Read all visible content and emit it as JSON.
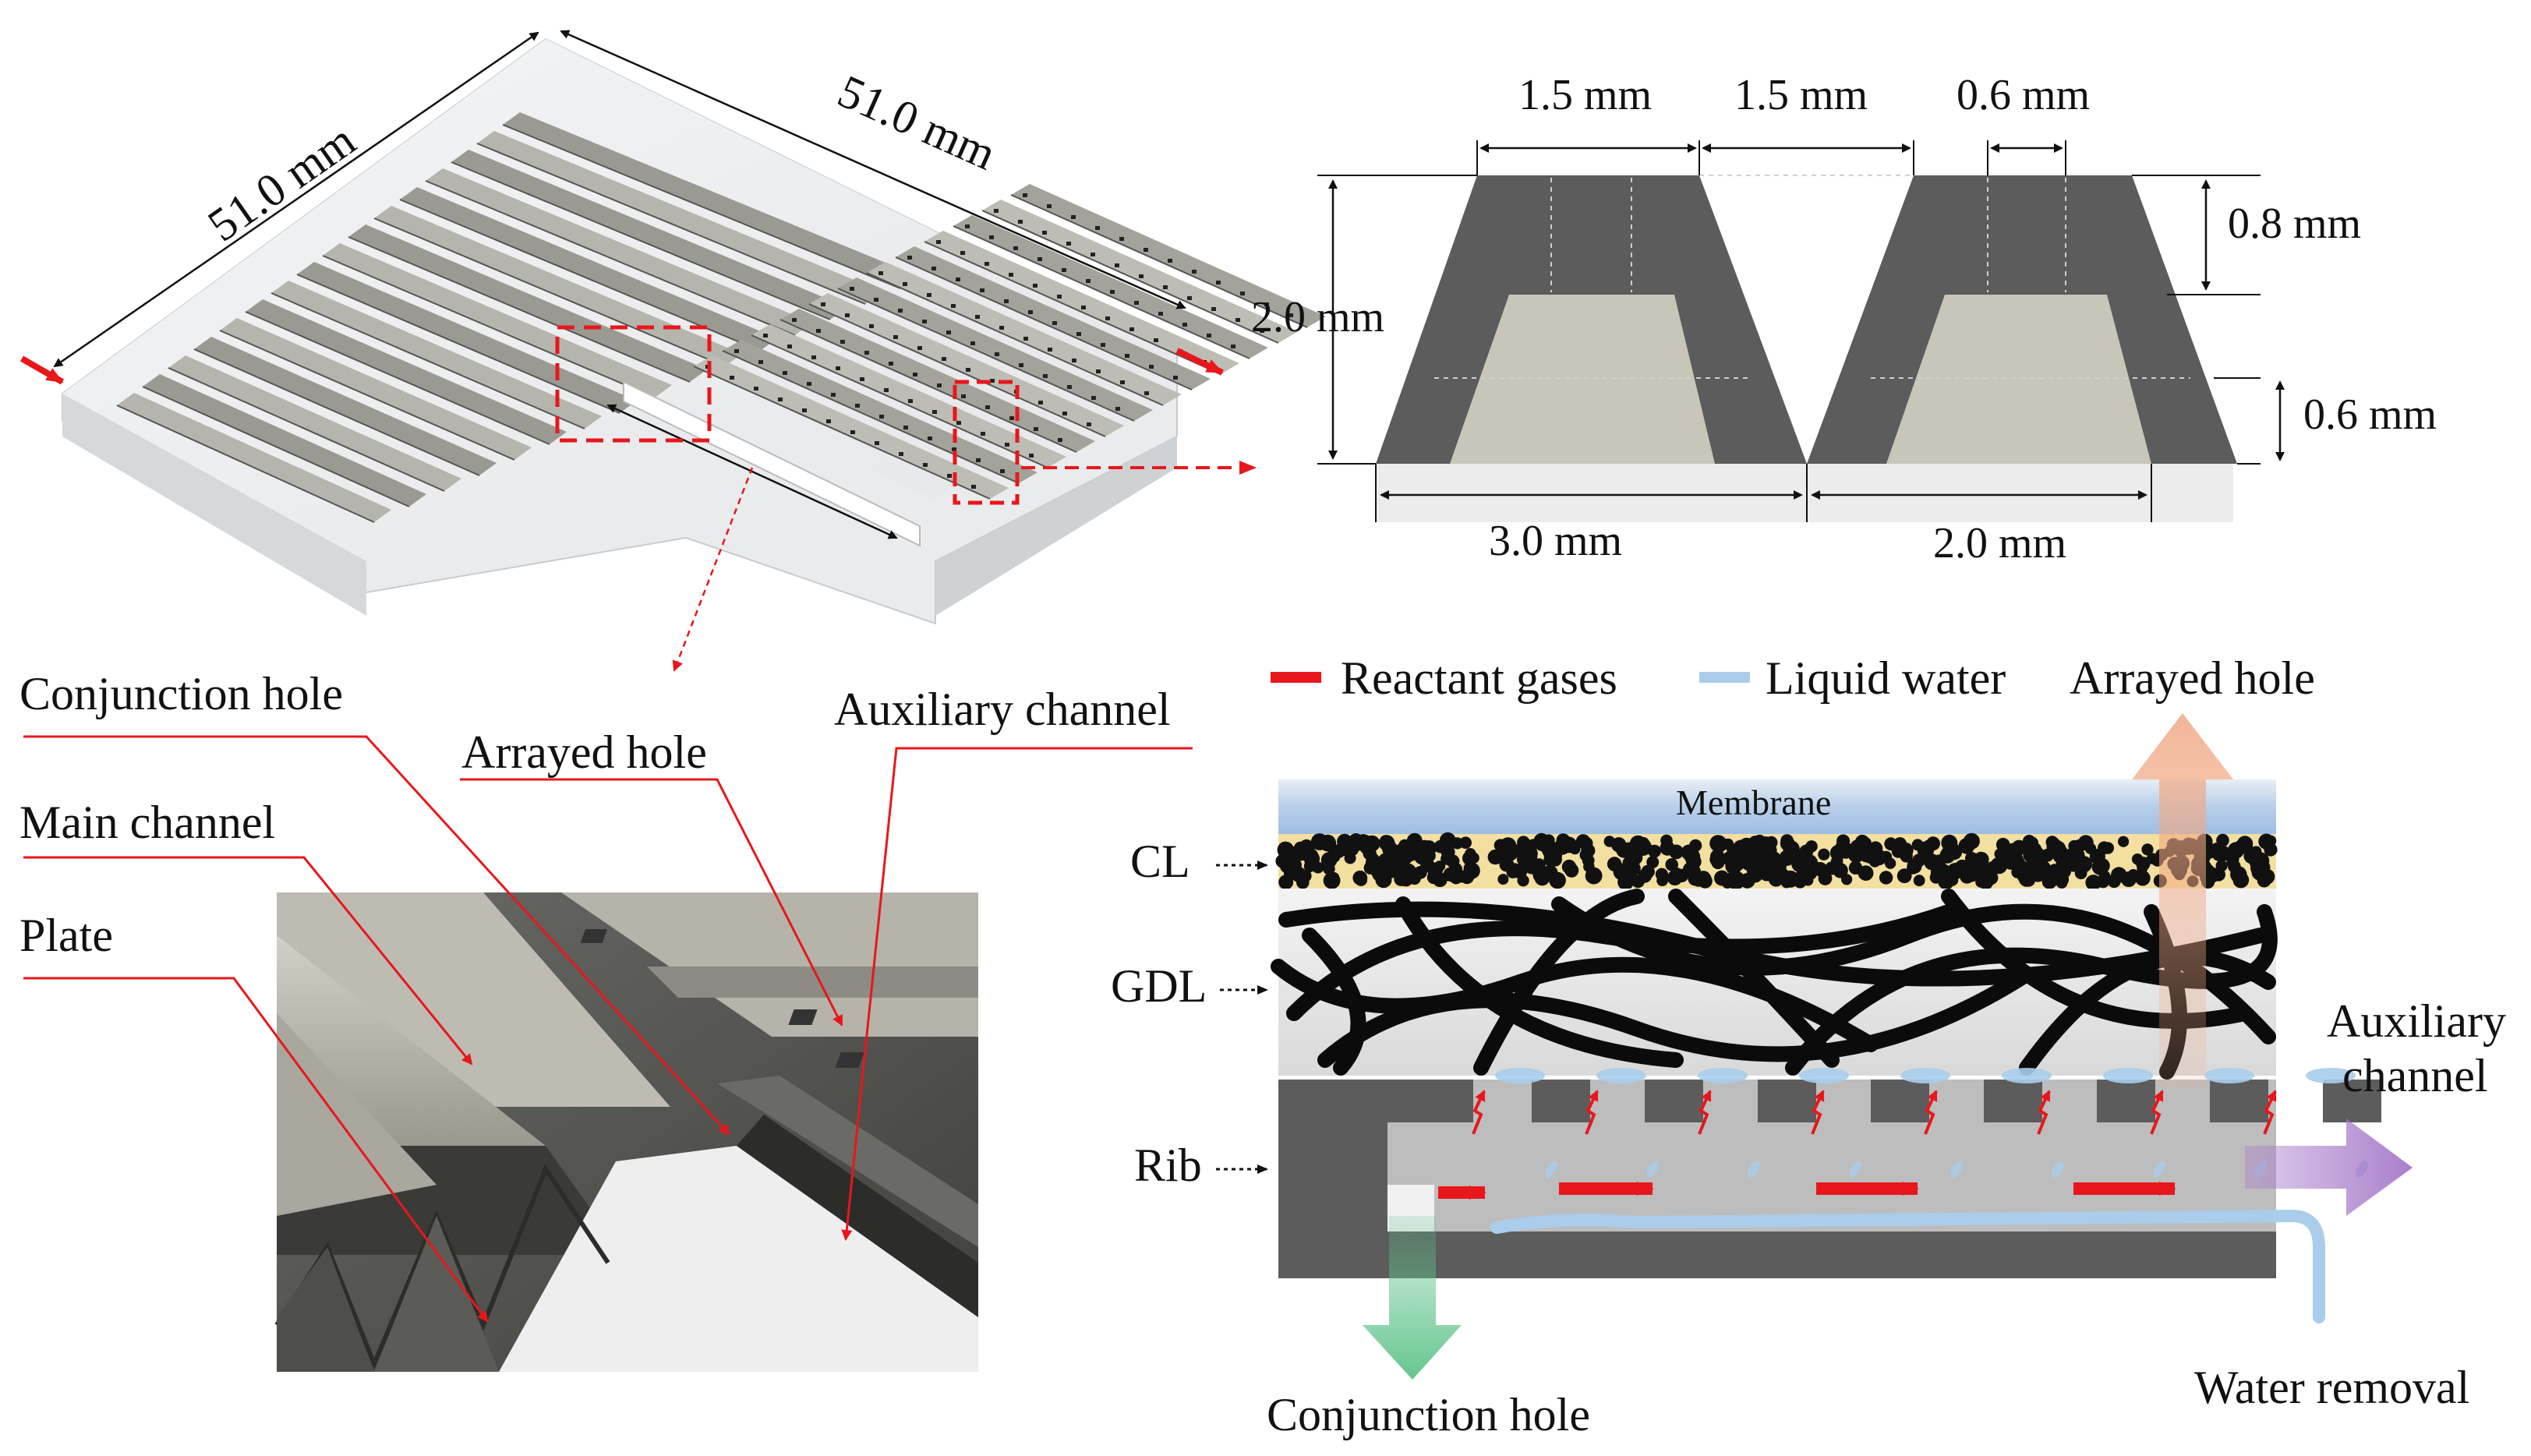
{
  "plate_view": {
    "dim_width": "51.0 mm",
    "dim_length": "51.0 mm"
  },
  "cross_section": {
    "top_width": "1.5 mm",
    "gap_width": "1.5 mm",
    "hole_width": "0.6 mm",
    "hole_depth": "0.8 mm",
    "total_height": "2.0 mm",
    "aux_height": "0.6 mm",
    "bottom_pitch": "3.0 mm",
    "bottom_width": "2.0 mm"
  },
  "detail_view": {
    "labels": {
      "conjunction_hole": "Conjunction hole",
      "arrayed_hole": "Arrayed hole",
      "auxiliary_channel": "Auxiliary channel",
      "main_channel": "Main channel",
      "plate": "Plate"
    }
  },
  "mechanism": {
    "legend": {
      "reactant": "Reactant gases",
      "water": "Liquid water"
    },
    "arrayed_hole": "Arrayed hole",
    "membrane": "Membrane",
    "cl": "CL",
    "gdl": "GDL",
    "rib": "Rib",
    "auxiliary_channel_line1": "Auxiliary",
    "auxiliary_channel_line2": "channel",
    "conjunction_hole": "Conjunction hole",
    "water_removal": "Water removal"
  },
  "colors": {
    "red": "#e8171b",
    "dark_grey": "#5c5c5c",
    "light_grey": "#c8c6b8",
    "membrane_blue": "#a9c6e6",
    "cl_yellow": "#f3dfa0",
    "water_blue": "#a9cdea",
    "green": "#5ec38a",
    "purple": "#a678c9",
    "orange": "#f3b593"
  }
}
